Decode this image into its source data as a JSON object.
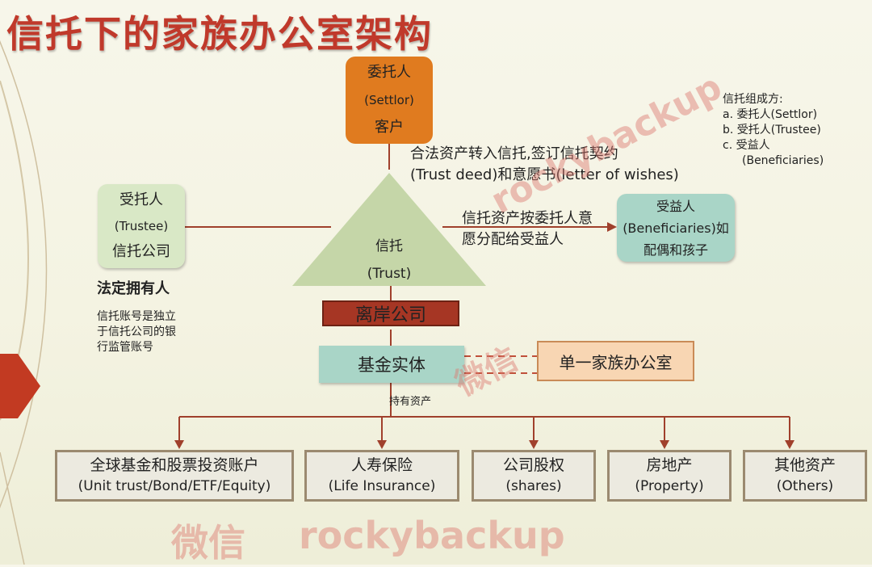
{
  "title": "信托下的家族办公室架构",
  "settlor": {
    "line1": "委托人",
    "line2": "(Settlor)",
    "line3": "客户"
  },
  "trustee": {
    "line1": "受托人",
    "line2": "(Trustee)",
    "line3": "信托公司"
  },
  "trust": {
    "line1": "信托",
    "line2": "(Trust)"
  },
  "beneficiaries": {
    "line1": "受益人",
    "line2": "(Beneficiaries)如",
    "line3": "配偶和孩子"
  },
  "transfer_text": {
    "line1": "合法资产转入信托,签订信托契约",
    "line2": "(Trust deed)和意愿书(letter of wishes)"
  },
  "distribute_text": {
    "line1": "信托资产按委托人意",
    "line2": "愿分配给受益人"
  },
  "legal_owner": "法定拥有人",
  "account_note": {
    "line1": "信托账号是独立",
    "line2": "于信托公司的银",
    "line3": "行监管账号"
  },
  "offshore": "离岸公司",
  "fund_entity": "基金实体",
  "single_family_office": "单一家族办公室",
  "holds_assets": "持有资产",
  "assets": [
    {
      "label": "全球基金和股票投资账户",
      "sub": "(Unit trust/Bond/ETF/Equity)"
    },
    {
      "label": "人寿保险",
      "sub": "(Life Insurance)"
    },
    {
      "label": "公司股权",
      "sub": "(shares)"
    },
    {
      "label": "房地产",
      "sub": "(Property)"
    },
    {
      "label": "其他资产",
      "sub": "(Others)"
    }
  ],
  "legend": {
    "heading": "信托组成方:",
    "a": "a.  委托人(Settlor)",
    "b": "b.  受托人(Trustee)",
    "c": "c.  受益人",
    "c2": "(Beneficiaries)"
  },
  "watermarks": {
    "wechat": "微信",
    "id": "rockybackup"
  },
  "colors": {
    "title": "#c0392b",
    "settlor": "#e07b1f",
    "trustee": "#d9e8c6",
    "trust": "#c5d6a8",
    "beneficiaries": "#a9d5c7",
    "offshore": "#a63624",
    "family_office": "#f8d6b3",
    "line": "#a0402c"
  }
}
